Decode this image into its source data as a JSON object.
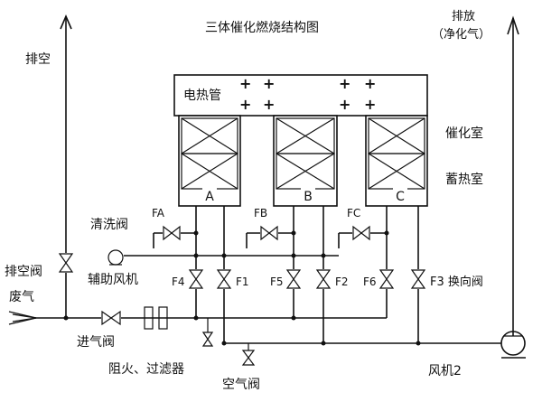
{
  "title": "三体催化燃烧结构图",
  "labels": {
    "exhaust_left": "排空",
    "exhaust_right_line1": "排放",
    "exhaust_right_line2": "（净化气）",
    "heater": "电热管",
    "heater_signs": "+",
    "catalytic_room": "催化室",
    "regenerative_room": "蓄热室",
    "chamber_a": "A",
    "chamber_b": "B",
    "chamber_c": "C",
    "fa": "FA",
    "fb": "FB",
    "fc": "FC",
    "purge_valve": "清洗阀",
    "aux_fan": "辅助风机",
    "vent_valve": "排空阀",
    "waste_gas": "废气",
    "inlet_valve": "进气阀",
    "flame_filter": "阻火、过滤器",
    "air_valve": "空气阀",
    "fan2": "风机2",
    "f1": "F1",
    "f2": "F2",
    "f3_switch": "F3 换向阀",
    "f4": "F4",
    "f5": "F5",
    "f6": "F6"
  }
}
